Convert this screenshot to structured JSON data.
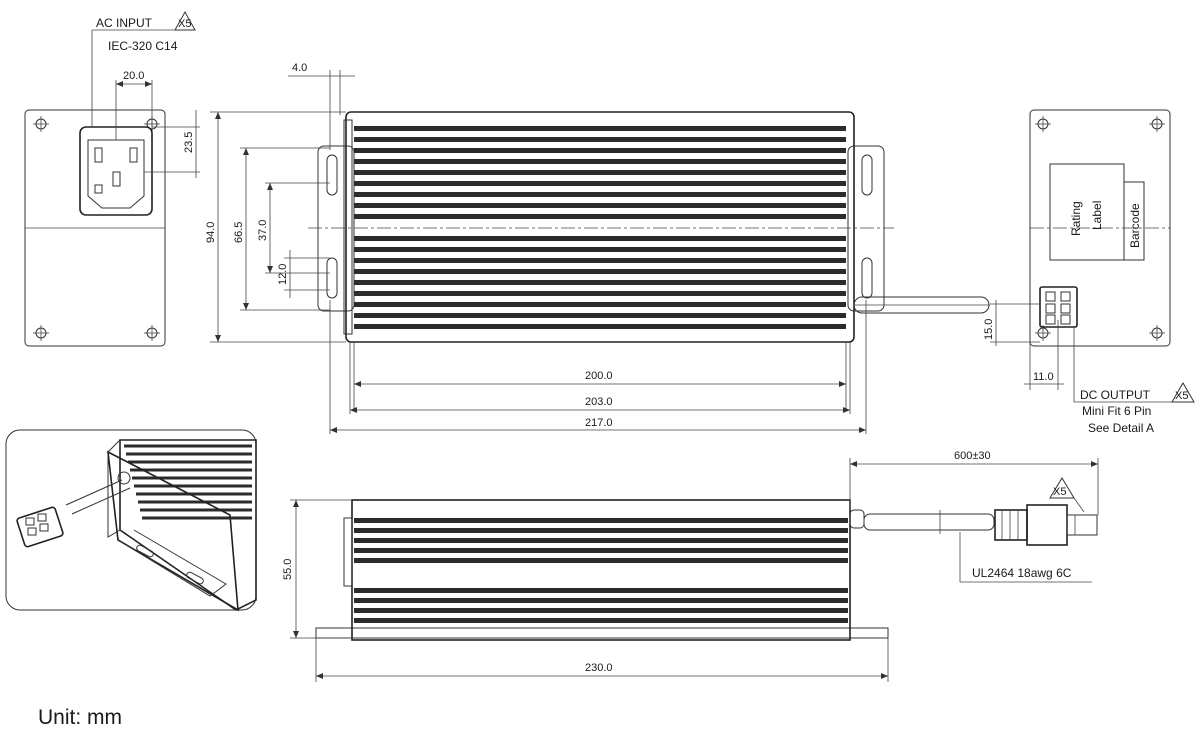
{
  "units_label": "Unit: mm",
  "ac_input": {
    "title": "AC INPUT",
    "qty": "X5",
    "connector": "IEC-320 C14"
  },
  "dc_output": {
    "title": "DC OUTPUT",
    "qty": "X5",
    "line1": "Mini Fit 6 Pin",
    "line2": "See Detail A"
  },
  "rating_label": {
    "line1": "Rating",
    "line2": "Label"
  },
  "barcode_label": "Barcode",
  "cable": {
    "length": "600±30",
    "qty": "X5",
    "spec": "UL2464 18awg 6C"
  },
  "dimensions": {
    "flange": "4.0",
    "inlet_width": "20.0",
    "inlet_offset": "23.5",
    "total_height": "94.0",
    "slot_pitch_outer": "66.5",
    "slot_pitch": "37.0",
    "slot_offset": "12.0",
    "body_length_200": "200.0",
    "body_length_203": "203.0",
    "overall_length_217": "217.0",
    "overall_length_230": "230.0",
    "side_height": "55.0",
    "dc_height": "15.0",
    "dc_offset": "11.0"
  }
}
